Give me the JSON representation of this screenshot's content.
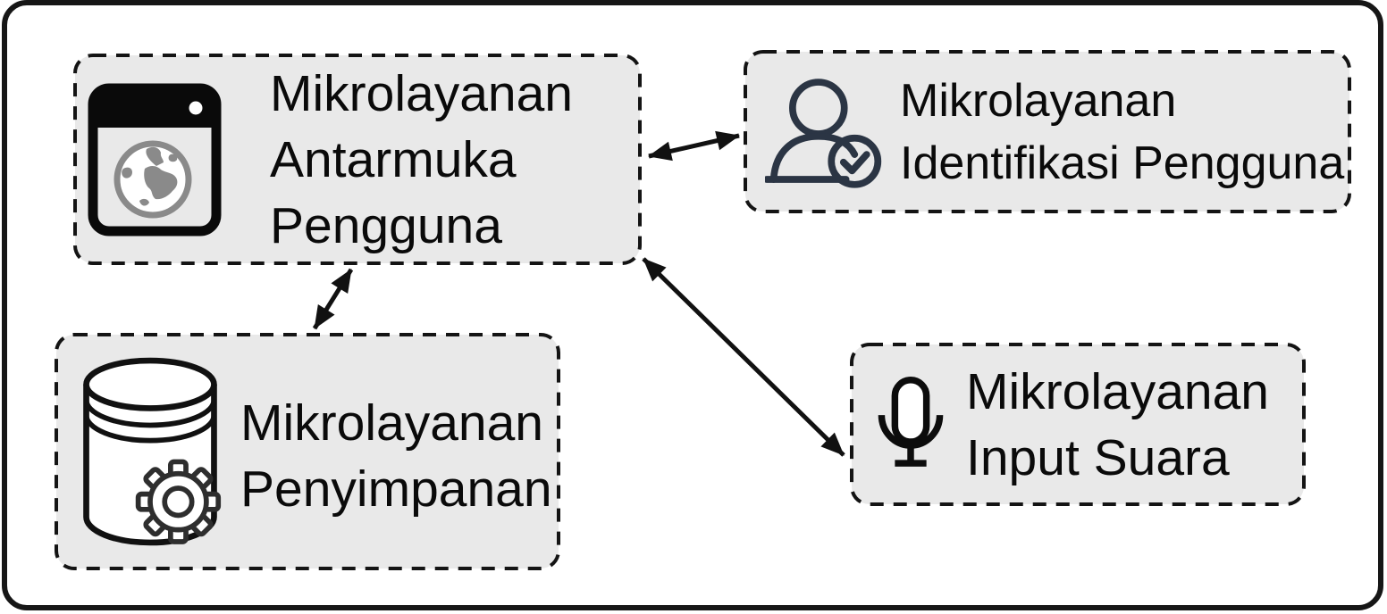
{
  "diagram": {
    "type": "architecture-diagram",
    "background_color": "#ffffff",
    "frame_color": "#161616",
    "node_fill_color": "#e9e9e9",
    "node_border_color": "#141414",
    "text_color": "#0a0a0a",
    "arrow_color": "#111111",
    "user_icon_color": "#2b3544",
    "globe_icon_color": "#8a8a8a",
    "nodes": [
      {
        "id": "antarmuka-pengguna",
        "icon": "browser-globe-icon",
        "lines": [
          "Mikrolayanan",
          "Antarmuka",
          "Pengguna"
        ]
      },
      {
        "id": "identifikasi-pengguna",
        "icon": "user-check-icon",
        "lines": [
          "Mikrolayanan",
          "Identifikasi Pengguna"
        ]
      },
      {
        "id": "penyimpanan",
        "icon": "database-gear-icon",
        "lines": [
          "Mikrolayanan",
          "Penyimpanan"
        ]
      },
      {
        "id": "input-suara",
        "icon": "microphone-icon",
        "lines": [
          "Mikrolayanan",
          "Input Suara"
        ]
      }
    ],
    "edges": [
      {
        "from": "antarmuka-pengguna",
        "to": "identifikasi-pengguna",
        "style": "double-headed-arrow"
      },
      {
        "from": "antarmuka-pengguna",
        "to": "penyimpanan",
        "style": "double-headed-arrow"
      },
      {
        "from": "antarmuka-pengguna",
        "to": "input-suara",
        "style": "double-headed-arrow"
      }
    ]
  }
}
